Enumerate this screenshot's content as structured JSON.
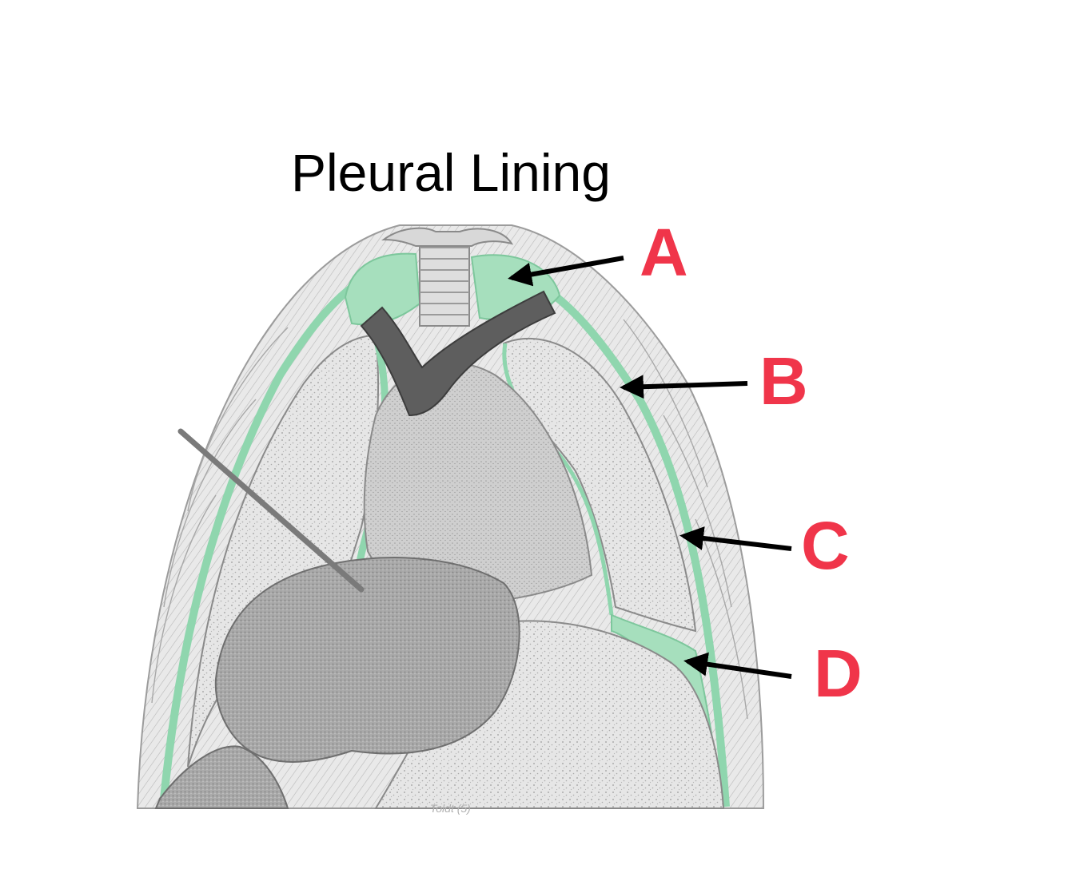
{
  "slide": {
    "title": "Pleural Lining"
  },
  "figure": {
    "caption": "Toldt (5)",
    "labels": {
      "a": "A",
      "b": "B",
      "c": "C",
      "d": "D"
    },
    "colors": {
      "pleura": "#9fdcb8",
      "pleura_line": "#6fc89a",
      "label": "#f0354a",
      "arrow": "#000000",
      "tissue": "#bdbdbd"
    }
  }
}
